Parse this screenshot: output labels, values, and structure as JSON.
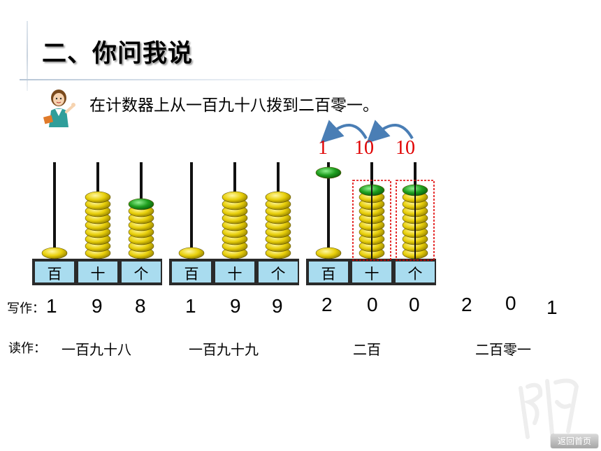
{
  "title": "二、你问我说",
  "prompt": "在计数器上从一百九十八拨到二百零一。",
  "place_labels": [
    "百",
    "十",
    "个"
  ],
  "abaci": [
    {
      "counts": [
        1,
        9,
        8
      ],
      "highlight_top": [
        false,
        false,
        true
      ],
      "boxed": [
        false,
        false,
        false
      ]
    },
    {
      "counts": [
        1,
        9,
        9
      ],
      "highlight_top": [
        false,
        false,
        false
      ],
      "boxed": [
        false,
        false,
        false
      ]
    },
    {
      "counts": [
        2,
        10,
        10
      ],
      "highlight_top": [
        true,
        true,
        true
      ],
      "boxed": [
        false,
        true,
        true
      ]
    }
  ],
  "carry_labels": [
    "1",
    "10",
    "10"
  ],
  "write_label": "写作：",
  "write_digits": [
    "1",
    "9",
    "8",
    "1",
    "9",
    "9",
    "2",
    "0",
    "0",
    "2",
    "0",
    "1"
  ],
  "read_label": "读作：",
  "readings": [
    "一百九十八",
    "一百九十九",
    "二百",
    "二百零一"
  ],
  "back_button": "返回首页",
  "colors": {
    "bead_yellow": "#e8cf0a",
    "bead_green": "#1e9e1e",
    "frame_blue": "#a9dcef",
    "carry_red": "#e00000",
    "arrow_blue": "#4a7eb5"
  }
}
